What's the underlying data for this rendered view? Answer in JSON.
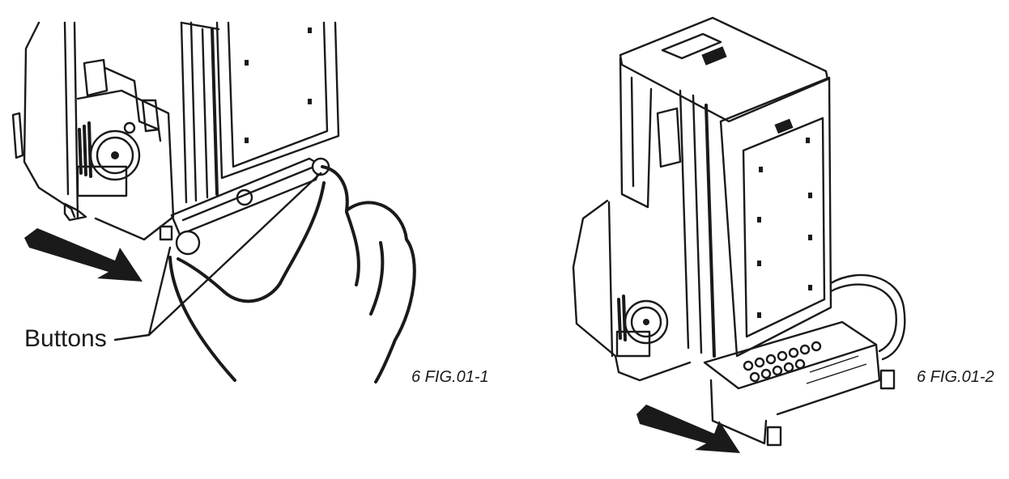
{
  "callout_label": "Buttons",
  "figures": [
    {
      "caption": "6 FIG.01-1"
    },
    {
      "caption": "6 FIG.01-2"
    }
  ],
  "colors": {
    "line": "#1a1a1a",
    "background": "#ffffff"
  }
}
